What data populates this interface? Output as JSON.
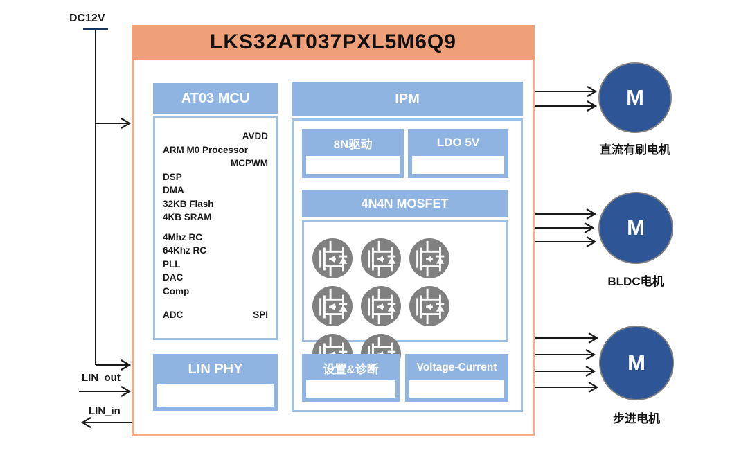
{
  "diagram": {
    "title": "LKS32AT037PXL5M6Q9",
    "colors": {
      "header_orange": "#F0A078",
      "block_border_orange": "#F4AD8A",
      "panel_blue": "#8FB4E1",
      "panel_border_blue": "#9EC1E7",
      "motor_blue": "#2E5596",
      "mosfet_gray": "#808080",
      "wire_black": "#1a1a1a",
      "dc12v_tick_navy": "#17365D"
    }
  },
  "inputs": {
    "dc12v": "DC12V",
    "lin_out": "LIN_out",
    "lin_in": "LIN_in"
  },
  "mcu": {
    "title": "AT03 MCU",
    "rows": [
      {
        "left": "",
        "right": "AVDD"
      },
      {
        "left": "ARM M0 Processor",
        "right": ""
      },
      {
        "left": "",
        "right": "MCPWM"
      },
      {
        "left": "DSP",
        "right": ""
      },
      {
        "left": "DMA",
        "right": ""
      },
      {
        "left": "32KB Flash",
        "right": ""
      },
      {
        "left": "4KB SRAM",
        "right": ""
      },
      {
        "left": "4Mhz RC",
        "right": ""
      },
      {
        "left": "64Khz RC",
        "right": ""
      },
      {
        "left": "PLL",
        "right": ""
      },
      {
        "left": "DAC",
        "right": ""
      },
      {
        "left": "Comp",
        "right": ""
      },
      {
        "left": "ADC",
        "right": "SPI"
      }
    ]
  },
  "lin_phy": {
    "title": "LIN PHY"
  },
  "ipm": {
    "title": "IPM",
    "gate_driver": "8N驱动",
    "ldo": "LDO 5V",
    "mosfet_title": "4N4N MOSFET",
    "mosfet_count": 8,
    "config": "设置&诊断",
    "sense": "Voltage-Current"
  },
  "motors": [
    {
      "symbol": "M",
      "label": "直流有刷电机",
      "wires": 2
    },
    {
      "symbol": "M",
      "label": "BLDC电机",
      "wires": 3
    },
    {
      "symbol": "M",
      "label": "步进电机",
      "wires": 4
    }
  ]
}
